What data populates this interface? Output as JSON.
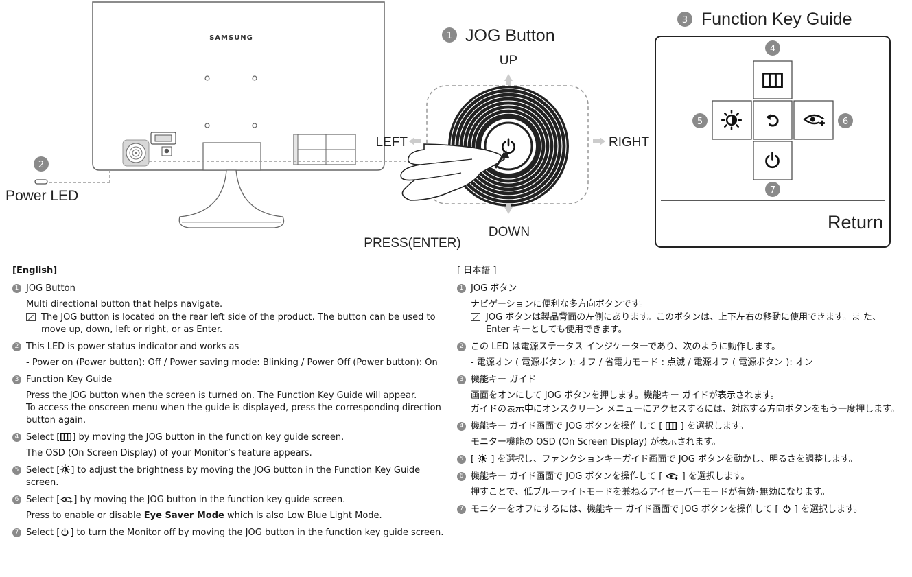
{
  "illustration": {
    "brand": "SAMSUNG",
    "jog_title": "JOG Button",
    "dir_up": "UP",
    "dir_down": "DOWN",
    "dir_left": "LEFT",
    "dir_right": "RIGHT",
    "press": "PRESS(ENTER)",
    "power_led": "Power LED",
    "guide_title": "Function Key Guide",
    "return": "Return",
    "numbers": {
      "n1": "1",
      "n2": "2",
      "n3": "3",
      "n4": "4",
      "n5": "5",
      "n6": "6",
      "n7": "7"
    }
  },
  "english": {
    "header": "[English]",
    "i1_title": "JOG Button",
    "i1_line": "Multi directional button that helps navigate.",
    "i1_note": "The JOG button is located on the rear left side of the product. The button can be used to move up, down, left or right, or as Enter.",
    "i2_title": "This LED is power status indicator and works as",
    "i2_line": "- Power on (Power button): Off / Power saving mode: Blinking / Power Off (Power button): On",
    "i3_title": "Function Key Guide",
    "i3_line1": "Press the JOG button when the screen is turned on. The Function Key Guide will appear.",
    "i3_line2": "To access the onscreen menu when the guide is displayed, press the corresponding direction button again.",
    "i4_pre": "Select [",
    "i4_post": "] by moving the JOG button in the function key guide screen.",
    "i4_line": "The OSD (On Screen Display) of your Monitor’s feature appears.",
    "i5_pre": "Select [",
    "i5_post": "] to adjust the brightness by moving the JOG button in the Function Key Guide screen.",
    "i6_pre": "Select [",
    "i6_post": "] by moving the JOG button in the function key guide screen.",
    "i6_line_pre": "Press to enable or disable ",
    "i6_line_bold": "Eye Saver Mode",
    "i6_line_post": " which is also Low Blue Light Mode.",
    "i7_pre": "Select [",
    "i7_post": "] to turn the Monitor off by moving the JOG button in the function key guide screen."
  },
  "japanese": {
    "header": "[ 日本語 ]",
    "i1_title": "JOG ボタン",
    "i1_line": "ナビゲーションに便利な多方向ボタンです。",
    "i1_note": "JOG ボタンは製品背面の左側にあります。このボタンは、上下左右の移動に使用できます。ま た、Enter キーとしても使用できます。",
    "i2_title": "この LED は電源ステータス インジケーターであり、次のように動作します。",
    "i2_line": "- 電源オン ( 電源ボタン ): オフ / 省電力モード : 点滅 / 電源オフ ( 電源ボタン ): オン",
    "i3_title": "機能キー ガイド",
    "i3_line1": "画面をオンにして JOG ボタンを押します。機能キー ガイドが表示されます。",
    "i3_line2": "ガイドの表示中にオンスクリーン メニューにアクセスするには、対応する方向ボタンをもう一度押します。",
    "i4_pre": "機能キー ガイド画面で JOG ボタンを操作して [ ",
    "i4_post": " ] を選択します。",
    "i4_line": "モニター機能の OSD (On Screen Display) が表示されます。",
    "i5_pre": "[ ",
    "i5_post": " ] を選択し、ファンクションキーガイド画面で JOG ボタンを動かし、明るさを調整します。",
    "i6_pre": "機能キー ガイド画面で JOG ボタンを操作して [ ",
    "i6_post": " ] を選択します。",
    "i6_line": "押すことで、低ブルーライトモードを兼ねるアイセーバーモードが有効･無効になります。",
    "i7_pre": "モニターをオフにするには、機能キー ガイド画面で JOG ボタンを操作して [ ",
    "i7_post": " ] を選択します。"
  },
  "icons": [
    "menu-icon",
    "brightness-icon",
    "return-icon",
    "eye-saver-icon",
    "power-icon",
    "note-icon"
  ]
}
